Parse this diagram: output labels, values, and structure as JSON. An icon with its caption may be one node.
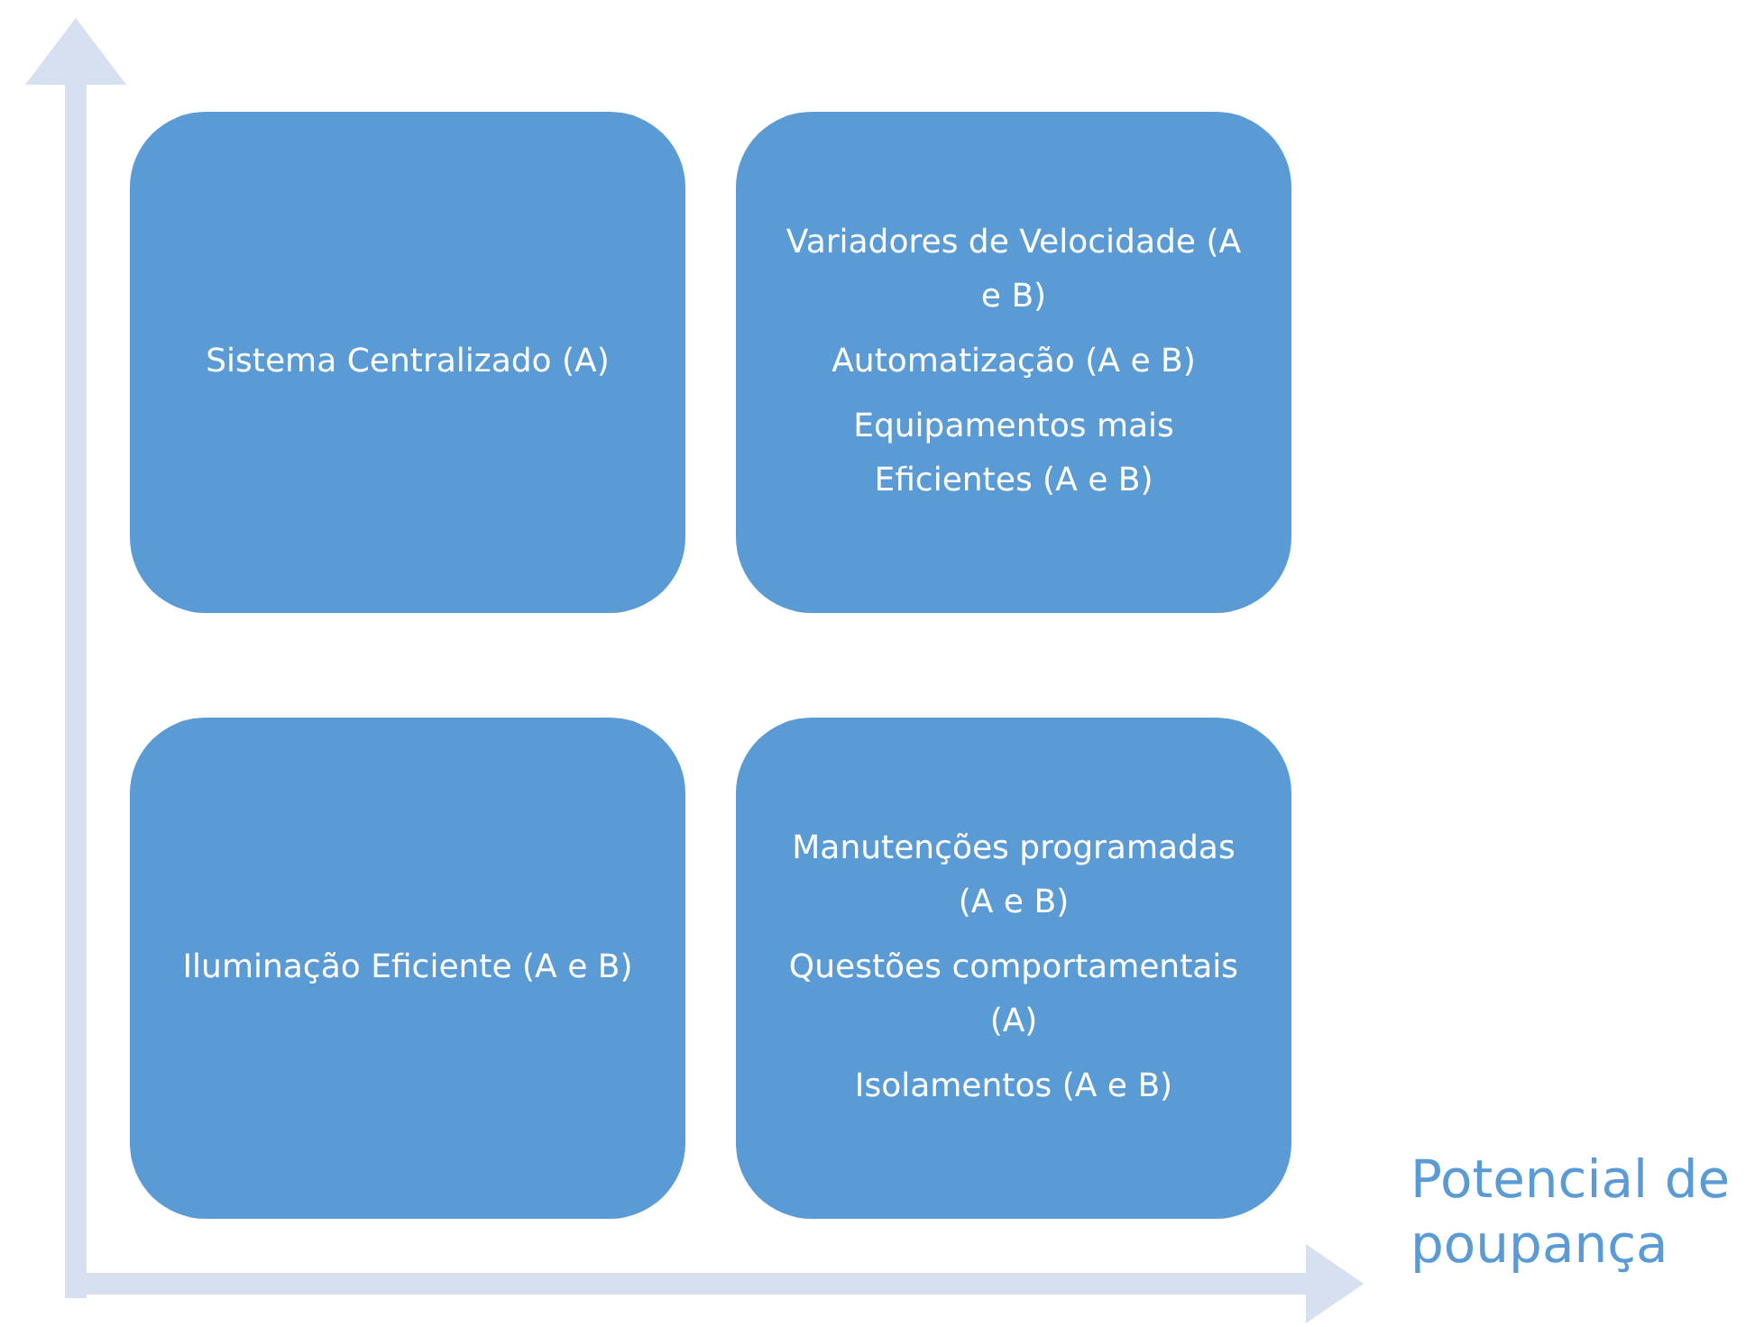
{
  "diagram": {
    "nodes": [
      {
        "text": [
          "Sistema Centralizado (A)"
        ]
      },
      {
        "text": [
          "Variadores de Velocidade (A e B)",
          "Automatização (A e B)",
          "Equipamentos mais Eficientes (A e B)"
        ]
      },
      {
        "text": [
          "Iluminação Eficiente (A e B)"
        ]
      },
      {
        "text": [
          "Manutenções programadas (A e B)",
          "Questões comportamentais (A)",
          "Isolamentos (A e B)"
        ]
      }
    ],
    "labels": [
      "Potencial de poupança"
    ]
  }
}
